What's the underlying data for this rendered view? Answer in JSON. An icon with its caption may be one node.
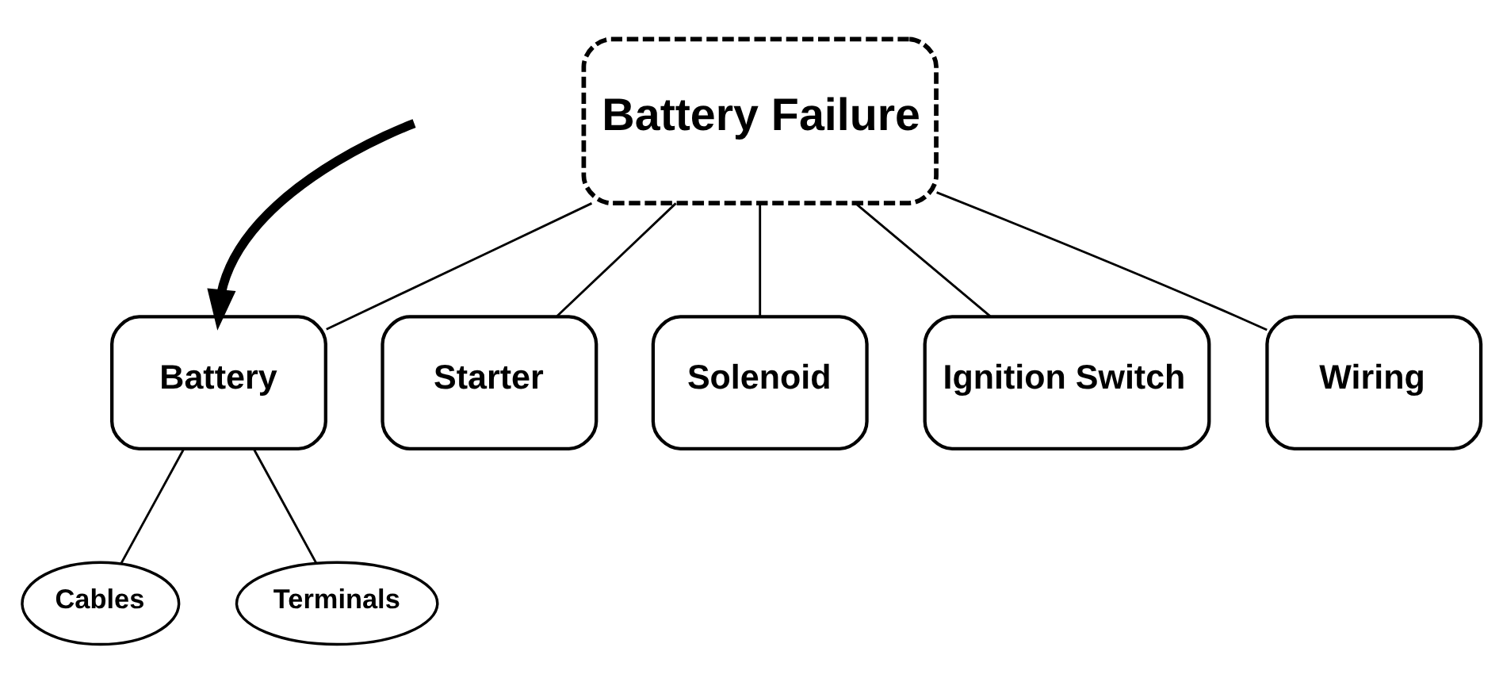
{
  "diagram": {
    "nodes": [
      {
        "text": [
          "Battery Failure"
        ]
      },
      {
        "text": [
          "Battery"
        ]
      },
      {
        "text": [
          "Starter"
        ]
      },
      {
        "text": [
          "Solenoid"
        ]
      },
      {
        "text": [
          "Ignition Switch"
        ]
      },
      {
        "text": [
          "Wiring"
        ]
      },
      {
        "text": [
          "Cables"
        ]
      },
      {
        "text": [
          "Terminals"
        ]
      }
    ],
    "edges": [
      {
        "from": 0,
        "to": 1,
        "arrow": "none"
      },
      {
        "from": 0,
        "to": 2,
        "arrow": "none"
      },
      {
        "from": 0,
        "to": 3,
        "arrow": "none"
      },
      {
        "from": 0,
        "to": 4,
        "arrow": "none"
      },
      {
        "from": 0,
        "to": 5,
        "arrow": "none"
      },
      {
        "from": 1,
        "to": 6,
        "arrow": "none"
      },
      {
        "from": 1,
        "to": 7,
        "arrow": "none"
      },
      {
        "from": null,
        "to": 1,
        "arrow": "to",
        "style": "thick"
      }
    ]
  }
}
